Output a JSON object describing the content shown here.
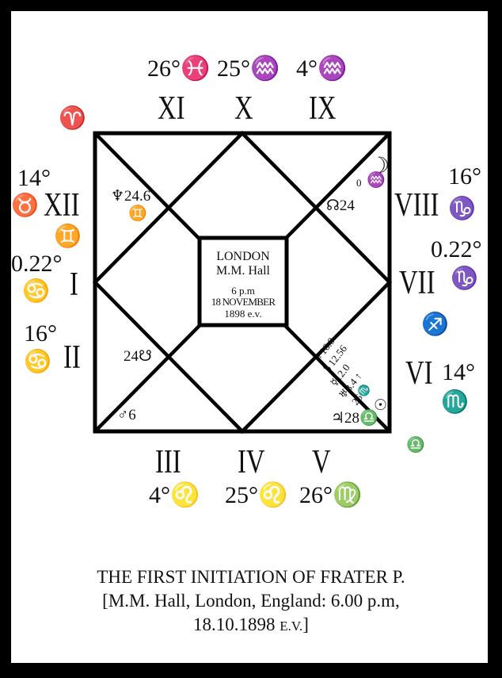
{
  "colors": {
    "background": "#ffffff",
    "frame": "#000000",
    "ink": "#111111"
  },
  "houses": {
    "XI": "XI",
    "X": "X",
    "IX": "IX",
    "XII": "XII",
    "I": "I",
    "II": "II",
    "VIII": "VIII",
    "VII": "VII",
    "VI": "VI",
    "III": "III",
    "IV": "IV",
    "V": "V"
  },
  "cusps": {
    "xi": "26°♓",
    "x": "25°♒",
    "ix": "4°♒",
    "xii": "14°",
    "i": "0.22°",
    "ii": "16°",
    "viii": "16°",
    "vii": "0.22°",
    "vi": "14°",
    "iii": "4°♌",
    "iv": "25°♌",
    "v": "26°♍"
  },
  "signs": {
    "aries": "♈",
    "taurus": "♉",
    "gemini": "♊",
    "cancer_i": "♋",
    "cancer_ii": "♋",
    "capricorn_viii": "♑",
    "capricorn_vii": "♑",
    "sagittarius": "♐",
    "scorpio": "♏",
    "libra": "♎"
  },
  "planets": {
    "neptune": "♆24.6",
    "neptune_sign": "♊",
    "moon": "☽",
    "moon_deg": "0",
    "moon_sign": "♒",
    "north_node": "☊24",
    "south_node": "24☋",
    "mars": "♂6",
    "jupiter": "♃28♎",
    "venus": "♀16.0",
    "saturn": "♄12.56",
    "mercury": "☿12.0",
    "uranus": "♅3.4 ↑",
    "sun_deg": "26♏",
    "sun": "☉"
  },
  "center": {
    "place": "LONDON",
    "venue": "M.M. Hall",
    "time": "6 p.m",
    "date": "18 NOVEMBER",
    "year": "1898 e.v."
  },
  "caption": {
    "line1": "THE FIRST INITIATION OF FRATER P.",
    "line2": "[M.M. Hall, London, England: 6.00 p.m,",
    "line3a": "18.10.1898 ",
    "line3b": "E.V.",
    "line3c": "]"
  }
}
